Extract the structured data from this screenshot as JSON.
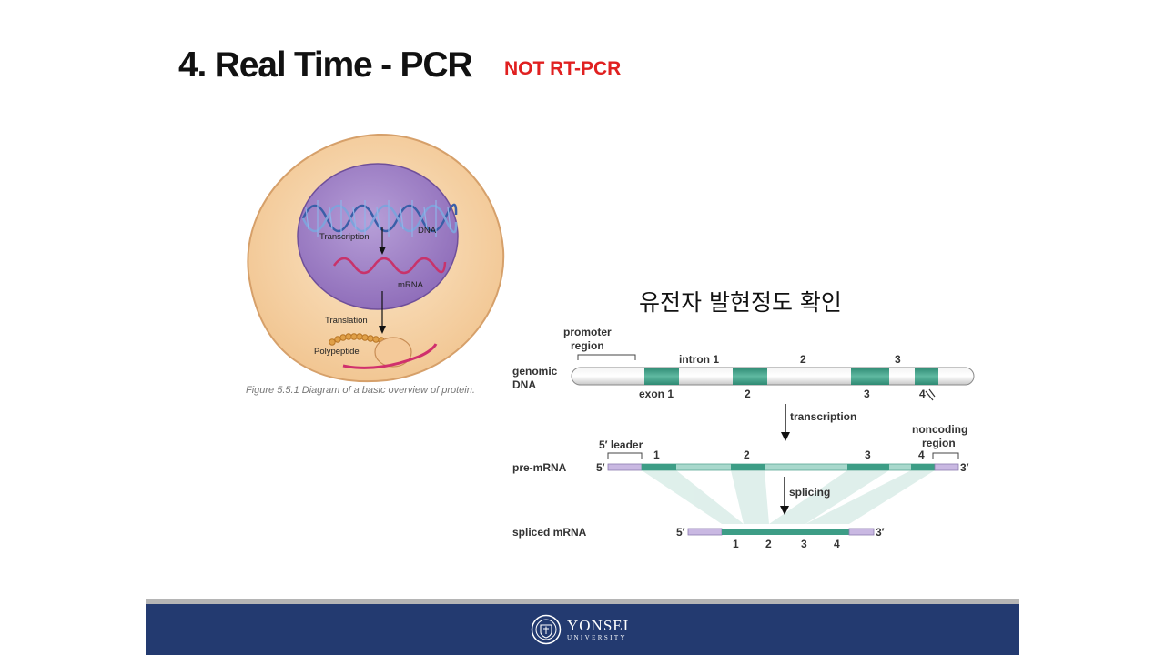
{
  "slide": {
    "title": "4. Real Time - PCR",
    "subtitle": "NOT RT-PCR",
    "korean_label": "유전자 발현정도 확인"
  },
  "cell_figure": {
    "label_transcription": "Transcription",
    "label_dna": "DNA",
    "label_mrna": "mRNA",
    "label_translation": "Translation",
    "label_polypeptide": "Polypeptide",
    "caption": "Figure 5.5.1 Diagram of a basic overview of protein."
  },
  "gene_figure": {
    "promoter_line1": "promoter",
    "promoter_line2": "region",
    "genomic_line1": "genomic",
    "genomic_line2": "DNA",
    "intron1": "intron 1",
    "intron2": "2",
    "intron3": "3",
    "exon1": "exon 1",
    "exon2": "2",
    "exon3": "3",
    "exon4": "4",
    "transcription": "transcription",
    "noncoding_line1": "noncoding",
    "noncoding_line2": "region",
    "leader": "5′ leader",
    "premrna": "pre-mRNA",
    "five_prime": "5′",
    "three_prime": "3′",
    "pre_ex1": "1",
    "pre_ex2": "2",
    "pre_ex3": "3",
    "pre_ex4": "4",
    "splicing": "splicing",
    "spliced": "spliced mRNA",
    "sp_ex1": "1",
    "sp_ex2": "2",
    "sp_ex3": "3",
    "sp_ex4": "4"
  },
  "footer": {
    "name": "YONSEI",
    "sub": "UNIVERSITY"
  },
  "colors": {
    "title_accent": "#e02020",
    "exon_teal": "#3d9d86",
    "intron_light": "#a8d8cc",
    "utr_lavender": "#c9b8e2",
    "footer_navy": "#233a70",
    "nucleus_purple": "#9b7cc4",
    "cell_peach": "#f6cfa0"
  }
}
